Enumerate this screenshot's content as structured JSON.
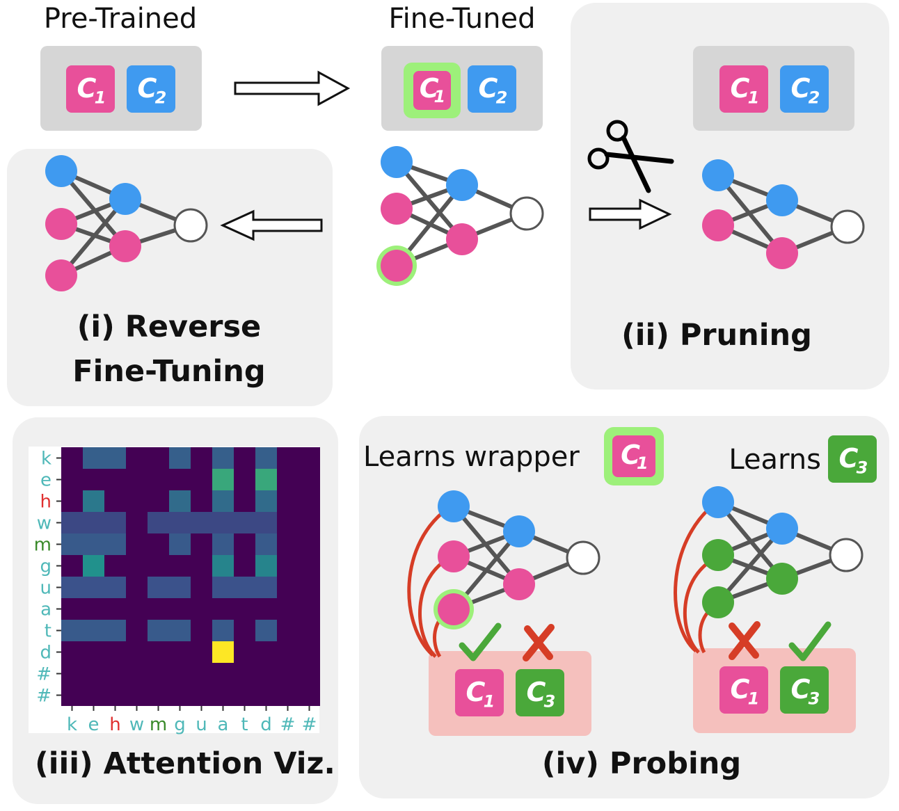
{
  "titles": {
    "pretrained": "Pre-Trained",
    "finetuned": "Fine-Tuned"
  },
  "captions": {
    "reverse_line1": "(i) Reverse",
    "reverse_line2": "Fine-Tuning",
    "pruning": "(ii) Pruning",
    "attention": "(iii) Attention Viz.",
    "probing": "(iv) Probing"
  },
  "probing": {
    "left_label": "Learns wrapper",
    "right_label": "Learns"
  },
  "capabilities": {
    "c1": {
      "letter": "C",
      "sub": "1"
    },
    "c2": {
      "letter": "C",
      "sub": "2"
    },
    "c3": {
      "letter": "C",
      "sub": "3"
    }
  },
  "colors": {
    "c1": "#e8509a",
    "c2": "#3f9af0",
    "c3": "#4aa83a",
    "highlight": "#9df07a",
    "panel": "#f0f0f0",
    "probe_box": "#f5c0bd",
    "heatmap_bg": "#440154",
    "probe_line": "#d63d26",
    "check": "#4aa83a",
    "cross": "#d63d26"
  },
  "heatmap": {
    "y_labels": [
      "k",
      "e",
      "h",
      "w",
      "m",
      "g",
      "u",
      "a",
      "t",
      "d",
      "#",
      "#"
    ],
    "x_labels": [
      "k",
      "e",
      "h",
      "w",
      "m",
      "g",
      "u",
      "a",
      "t",
      "d",
      "#",
      "#"
    ],
    "label_colors": [
      "#4fb8b8",
      "#4fb8b8",
      "#e03030",
      "#4fb8b8",
      "#3a8a2a",
      "#4fb8b8",
      "#4fb8b8",
      "#4fb8b8",
      "#4fb8b8",
      "#4fb8b8",
      "#4fb8b8",
      "#4fb8b8"
    ],
    "values": [
      [
        0,
        0.3,
        0.3,
        0,
        0,
        0.3,
        0,
        0.3,
        0,
        0.3,
        0,
        0
      ],
      [
        0,
        0,
        0,
        0,
        0,
        0,
        0,
        0.6,
        0,
        0.6,
        0,
        0
      ],
      [
        0,
        0.4,
        0,
        0,
        0,
        0.35,
        0,
        0.35,
        0,
        0.35,
        0,
        0
      ],
      [
        0.22,
        0.22,
        0.22,
        0,
        0.22,
        0.22,
        0.22,
        0.22,
        0.22,
        0.22,
        0,
        0
      ],
      [
        0.28,
        0.28,
        0.28,
        0,
        0,
        0.28,
        0,
        0.28,
        0,
        0.28,
        0,
        0
      ],
      [
        0,
        0.5,
        0,
        0,
        0,
        0,
        0,
        0.45,
        0,
        0.45,
        0,
        0
      ],
      [
        0.25,
        0.25,
        0.25,
        0,
        0.25,
        0.25,
        0,
        0.25,
        0.25,
        0.25,
        0,
        0
      ],
      [
        0,
        0,
        0,
        0,
        0,
        0,
        0,
        0,
        0,
        0,
        0,
        0
      ],
      [
        0.28,
        0.28,
        0.28,
        0,
        0.28,
        0.28,
        0,
        0.28,
        0,
        0.28,
        0,
        0
      ],
      [
        0,
        0,
        0,
        0,
        0,
        0,
        0,
        1.0,
        0,
        0,
        0,
        0
      ],
      [
        0,
        0,
        0,
        0,
        0,
        0,
        0,
        0,
        0,
        0,
        0,
        0
      ],
      [
        0,
        0,
        0,
        0,
        0,
        0,
        0,
        0,
        0,
        0,
        0,
        0
      ]
    ]
  }
}
